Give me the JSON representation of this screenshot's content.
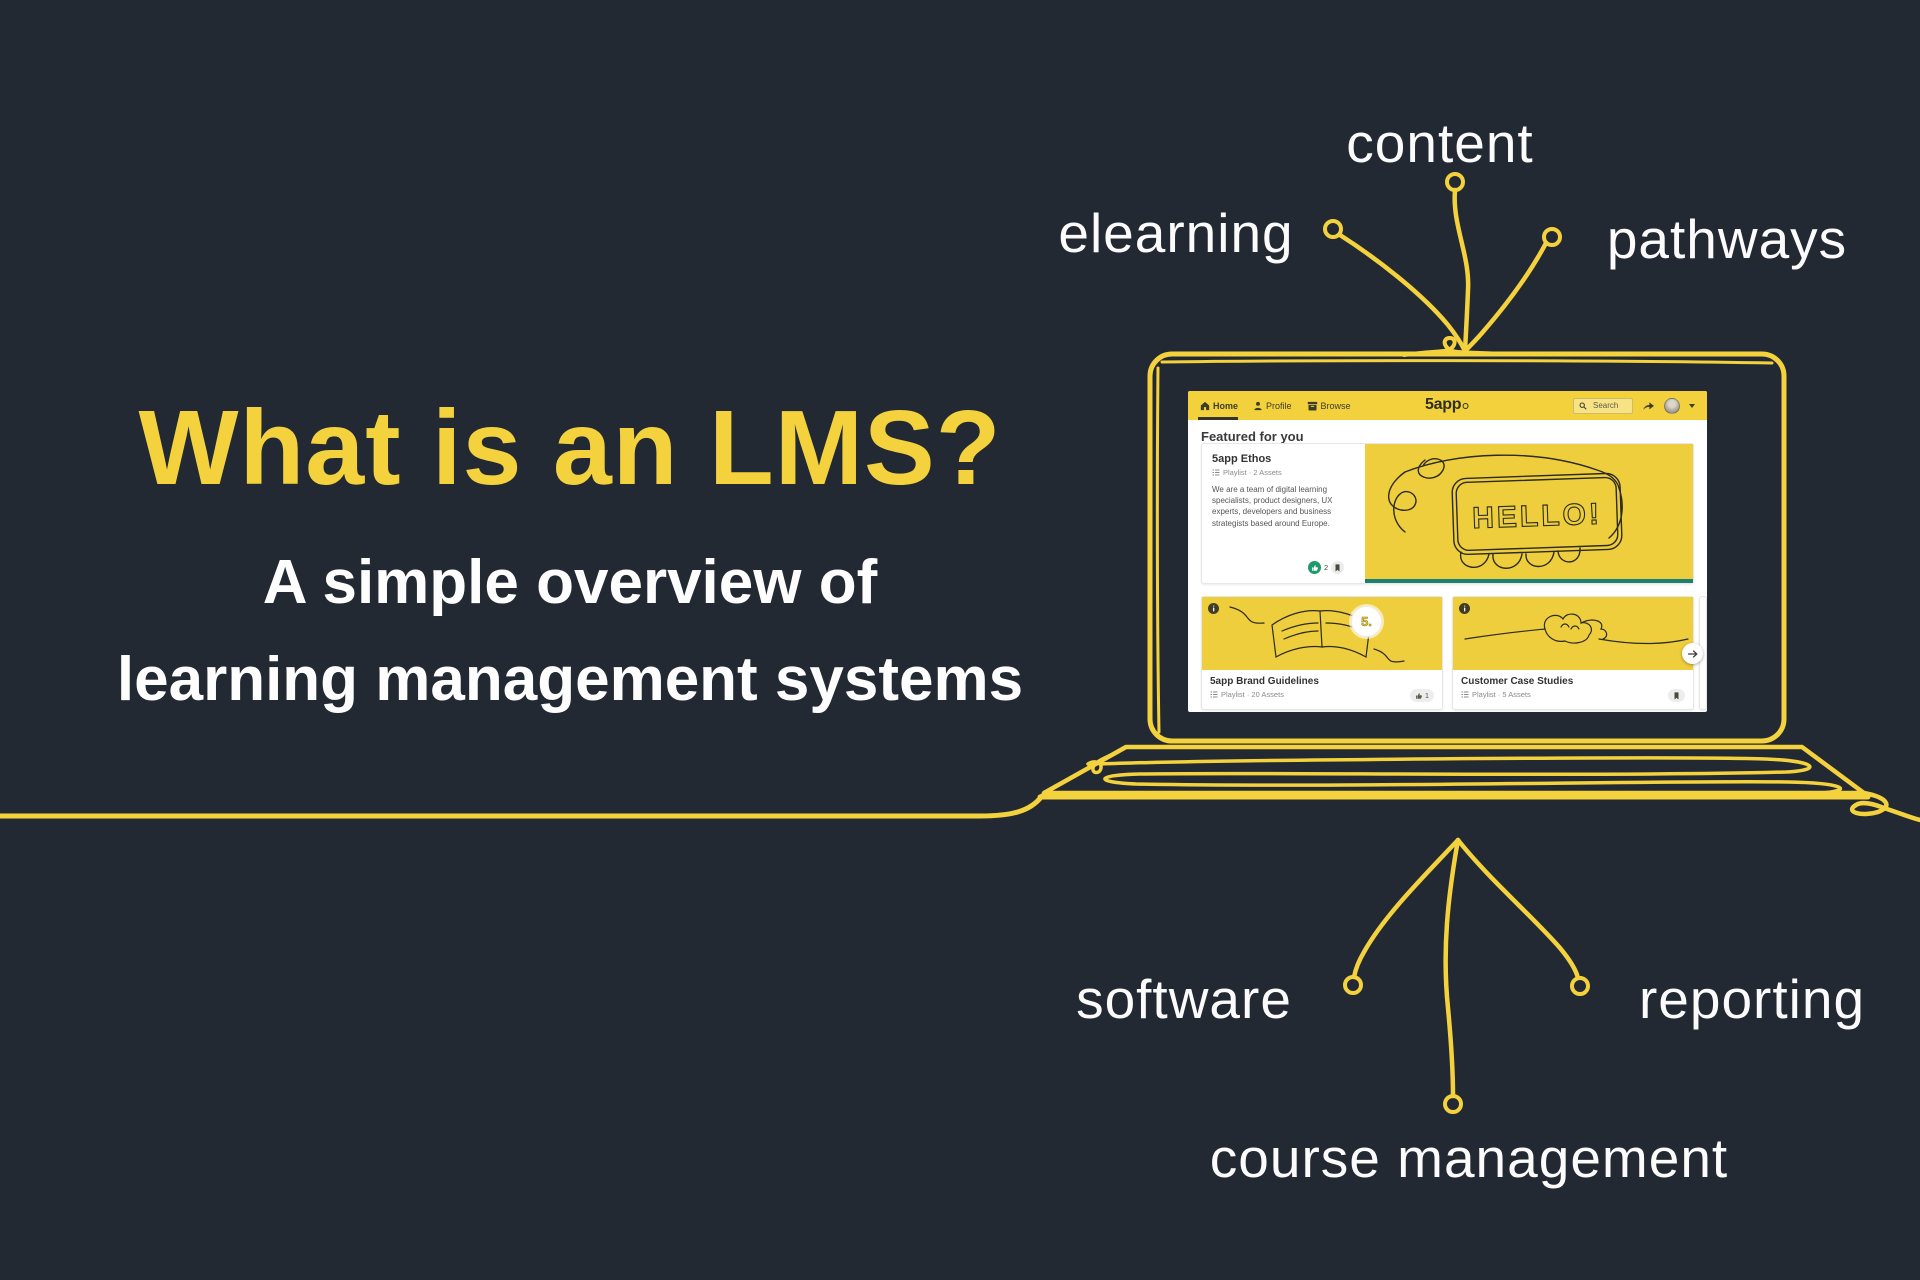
{
  "colors": {
    "background": "#232932",
    "accent_yellow": "#F3D23E",
    "screenshot_yellow": "#EFCE3D",
    "navbar_yellow": "#F2D13C",
    "teal_progress": "#1B8271",
    "green_like": "#1D9A6E",
    "text_white": "#FDFDFD",
    "text_dark": "#333333"
  },
  "headline": {
    "title": "What is an LMS?",
    "subtitle_line1": "A simple overview of",
    "subtitle_line2": "learning management systems"
  },
  "keywords": {
    "content": "content",
    "elearning": "elearning",
    "pathways": "pathways",
    "software": "software",
    "reporting": "reporting",
    "course_management": "course management"
  },
  "lms": {
    "nav": {
      "home": "Home",
      "profile": "Profile",
      "browse": "Browse",
      "logo": "5app",
      "search_placeholder": "Search"
    },
    "section_title": "Featured for you",
    "hero": {
      "title": "5app Ethos",
      "meta": "Playlist · 2 Assets",
      "description": "We are a team of digital learning specialists, product designers, UX experts, developers and business strategists based around Europe.",
      "likes": "2",
      "badge": "5.",
      "phone_text": "HELLO!"
    },
    "cards": [
      {
        "title": "5app Brand Guidelines",
        "meta": "Playlist · 20 Assets",
        "likes": "1"
      },
      {
        "title": "Customer Case Studies",
        "meta": "Playlist · 5 Assets"
      }
    ]
  }
}
